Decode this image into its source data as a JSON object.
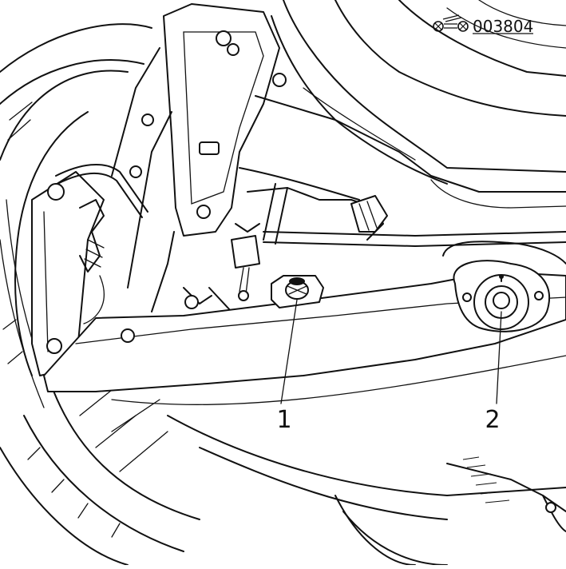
{
  "figure": {
    "code": "003804",
    "callouts": [
      {
        "label": "1"
      },
      {
        "label": "2"
      }
    ]
  }
}
